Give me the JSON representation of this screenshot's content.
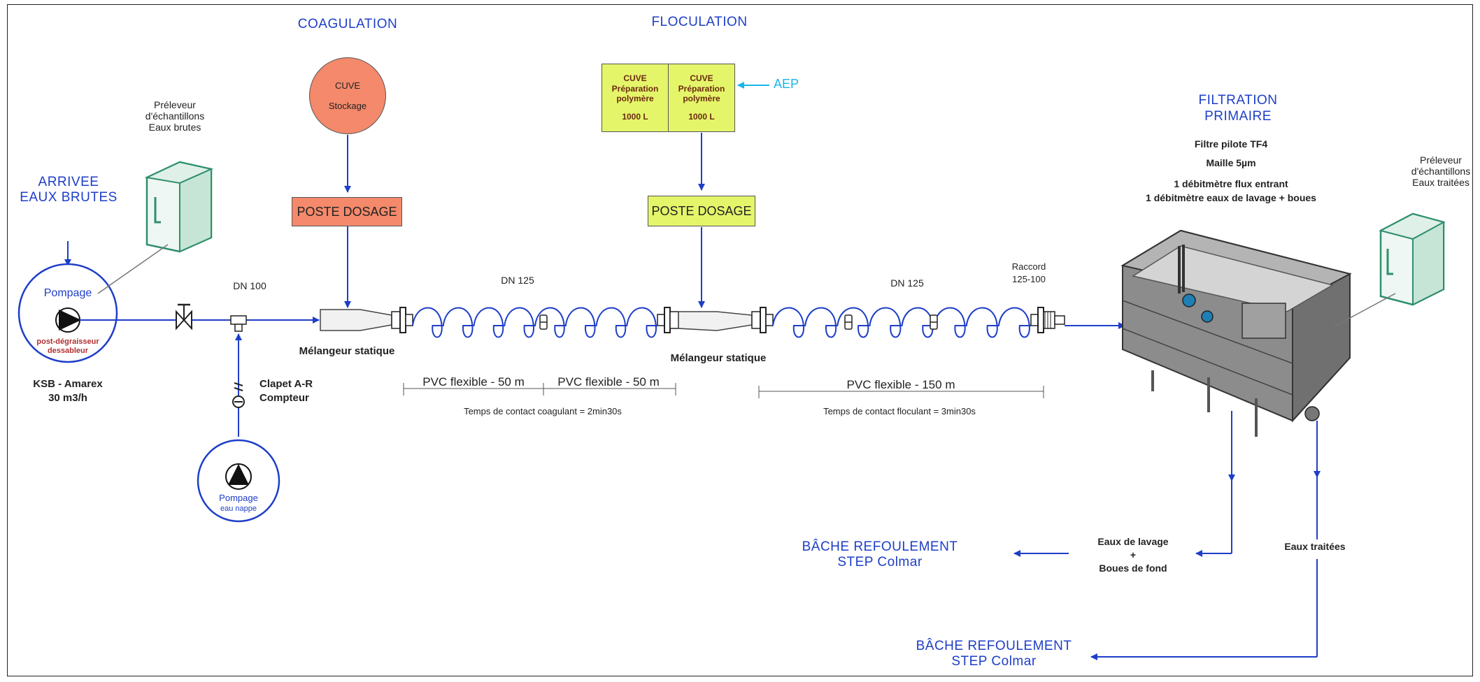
{
  "headers": {
    "coagulation": "COAGULATION",
    "floculation": "FLOCULATION",
    "filtration_line1": "FILTRATION",
    "filtration_line2": "PRIMAIRE",
    "arrivee_line1": "ARRIVEE",
    "arrivee_line2": "EAUX BRUTES",
    "aep": "AEP"
  },
  "coagulation": {
    "cuve_title": "CUVE",
    "cuve_sub": "Stockage",
    "poste_dosage": "POSTE DOSAGE"
  },
  "floculation": {
    "cuve1": {
      "title": "CUVE",
      "line1": "Préparation",
      "line2": "polymère",
      "volume": "1000 L"
    },
    "cuve2": {
      "title": "CUVE",
      "line1": "Préparation",
      "line2": "polymère",
      "volume": "1000 L"
    },
    "poste_dosage": "POSTE DOSAGE"
  },
  "preleveur_brutes": {
    "line1": "Préleveur",
    "line2": "d'échantillons",
    "line3": "Eaux brutes"
  },
  "preleveur_traitees": {
    "line1": "Préleveur",
    "line2": "d'échantillons",
    "line3": "Eaux traitées"
  },
  "pump_main": {
    "top": "Pompage",
    "bottom1": "post-dégraisseur",
    "bottom2": "dessableur",
    "model": "KSB - Amarex",
    "flow": "30 m3/h"
  },
  "pump_nappe": {
    "line1": "Pompage",
    "line2": "eau nappe"
  },
  "pipes": {
    "dn100": "DN 100",
    "dn125_a": "DN 125",
    "dn125_b": "DN 125",
    "raccord_line1": "Raccord",
    "raccord_line2": "125-100",
    "clapet_line1": "Clapet A-R",
    "clapet_line2": "Compteur"
  },
  "mixers": {
    "mixer1": "Mélangeur statique",
    "mixer2": "Mélangeur statique"
  },
  "flexibles": {
    "pvc1": "PVC flexible - 50 m",
    "pvc2": "PVC flexible - 50 m",
    "pvc3": "PVC flexible - 150 m",
    "contact_coag": "Temps de contact coagulant = 2min30s",
    "contact_floc": "Temps de contact floculant = 3min30s"
  },
  "filter": {
    "name": "Filtre pilote TF4",
    "maille": "Maille 5µm",
    "debit1": "1 débitmètre flux entrant",
    "debit2": "1 débitmètre eaux de lavage + boues"
  },
  "outputs": {
    "lavage_line1": "Eaux de lavage",
    "lavage_plus": "+",
    "lavage_line2": "Boues de fond",
    "traitees": "Eaux traitées",
    "bache1_line1": "BÂCHE REFOULEMENT",
    "bache1_line2": "STEP Colmar",
    "bache2_line1": "BÂCHE REFOULEMENT",
    "bache2_line2": "STEP Colmar"
  },
  "colors": {
    "flow_line": "#1e3ec8",
    "aep_arrow": "#18b6e8",
    "red_fill": "#f4896b",
    "green_fill": "#e4f56a",
    "cabinet": "#2f8f6c"
  }
}
